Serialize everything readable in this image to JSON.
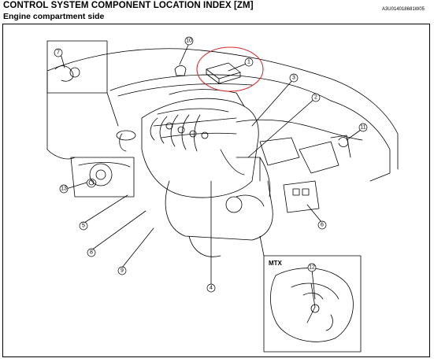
{
  "header": {
    "title": "CONTROL SYSTEM COMPONENT LOCATION INDEX [ZM]",
    "subtitle": "Engine compartment side",
    "doc_id": "A3U014018681W05"
  },
  "inset": {
    "label": "MTX"
  },
  "callouts": [
    "1",
    "2",
    "3",
    "4",
    "5",
    "6",
    "7",
    "8",
    "9",
    "10",
    "11",
    "12",
    "13"
  ],
  "colors": {
    "highlight": "#d62a2a",
    "line": "#000000"
  }
}
